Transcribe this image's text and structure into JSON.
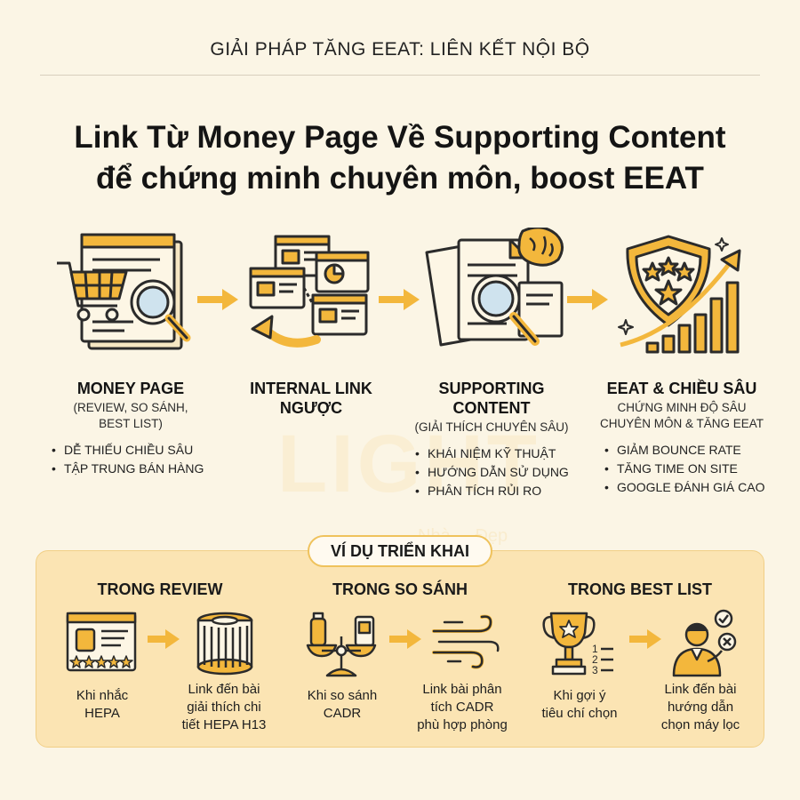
{
  "header": {
    "kicker": "GIẢI PHÁP TĂNG EEAT: LIÊN KẾT NỘI BỘ",
    "title_line1": "Link Từ Money Page Về Supporting Content",
    "title_line2": "để chứng minh chuyên môn, boost EEAT"
  },
  "watermark": {
    "text": "LIGHT",
    "sub": "Nhà ... Đẹp"
  },
  "flow": [
    {
      "title": "MONEY PAGE",
      "subtitle_lines": [
        "(REVIEW, SO SÁNH,",
        "BEST LIST)"
      ],
      "bullets": [
        "DỄ THIẾU CHIỀU SÂU",
        "TẬP TRUNG BÁN HÀNG"
      ],
      "icon": "shopping-cart-magnifier-icon"
    },
    {
      "title_lines": [
        "INTERNAL LINK",
        "NGƯỢC"
      ],
      "icon": "linked-pages-return-arrow-icon"
    },
    {
      "title_lines": [
        "SUPPORTING",
        "CONTENT"
      ],
      "subtitle": "(GIẢI THÍCH CHUYÊN SÂU)",
      "bullets": [
        "KHÁI NIỆM KỸ THUẬT",
        "HƯỚNG DẪN SỬ DỤNG",
        "PHÂN TÍCH RỦI RO"
      ],
      "icon": "documents-brain-magnifier-icon"
    },
    {
      "title": "EEAT & CHIỀU SÂU",
      "subtitle_lines": [
        "CHỨNG MINH ĐỘ SÂU",
        "CHUYÊN MÔN & TĂNG EEAT"
      ],
      "bullets": [
        "GIẢM BOUNCE RATE",
        "TĂNG TIME ON SITE",
        "GOOGLE ĐÁNH GIÁ CAO"
      ],
      "icon": "shield-stars-growth-chart-icon"
    }
  ],
  "examples": {
    "label": "VÍ DỤ TRIỂN KHAI",
    "groups": [
      {
        "title": "TRONG REVIEW",
        "from": [
          "Khi nhắc",
          "HEPA"
        ],
        "to": [
          "Link đến bài",
          "giải thích chi",
          "tiết HEPA H13"
        ],
        "from_icon": "review-page-stars-icon",
        "to_icon": "hepa-filter-icon"
      },
      {
        "title": "TRONG SO SÁNH",
        "from": [
          "Khi so sánh",
          "CADR"
        ],
        "to": [
          "Link bài phân",
          "tích CADR",
          "phù hợp phòng"
        ],
        "from_icon": "balance-scale-icon",
        "to_icon": "airflow-wind-icon"
      },
      {
        "title": "TRONG BEST LIST",
        "from": [
          "Khi gợi ý",
          "tiêu chí chọn"
        ],
        "to": [
          "Link đến bài",
          "hướng dẫn",
          "chọn máy lọc"
        ],
        "from_icon": "trophy-ranked-list-icon",
        "to_icon": "person-checklist-icon"
      }
    ]
  },
  "colors": {
    "accent": "#f3b73c",
    "background": "#fbf5e5",
    "panel": "#fbe4b3",
    "stroke": "#2b2b2b"
  }
}
